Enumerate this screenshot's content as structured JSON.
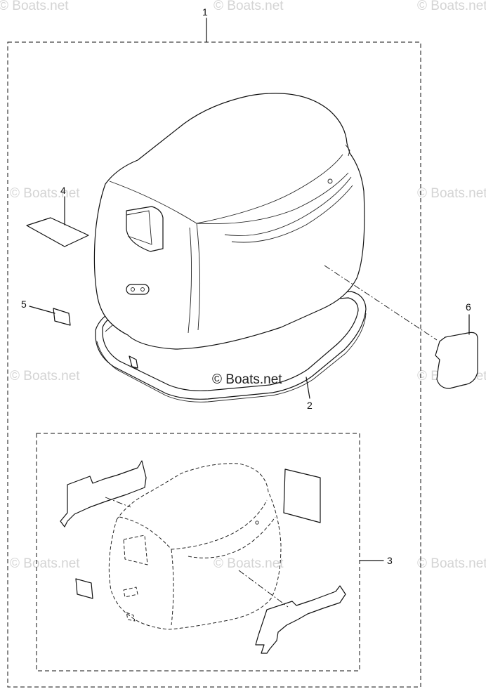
{
  "watermark": "© Boats.net",
  "callouts": {
    "c1": "1",
    "c2": "2",
    "c3": "3",
    "c4": "4",
    "c5": "5",
    "c6": "6"
  }
}
